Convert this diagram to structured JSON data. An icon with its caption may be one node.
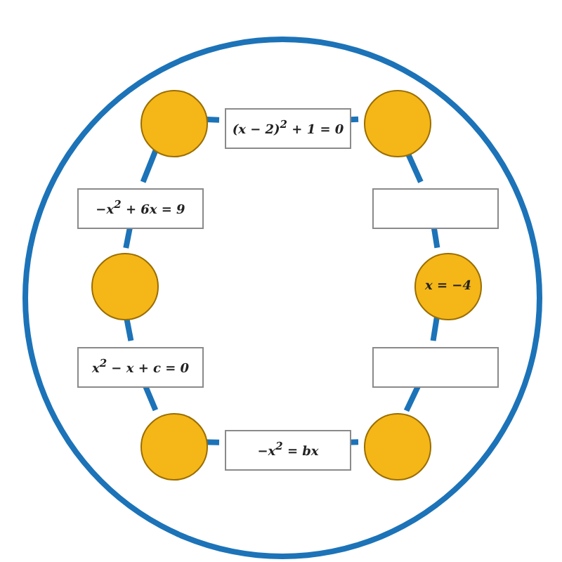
{
  "diagram": {
    "nodes": [
      {
        "text": [],
        "shape": "circle"
      },
      {
        "text": [],
        "shape": "circle",
        "in": 0
      },
      {
        "text": [
          "(x − 2)$^{2}$ + 1 = 0"
        ],
        "in": 0
      },
      {
        "text": [],
        "shape": "circle",
        "in": 0
      },
      {
        "text": [
          "−x$^{2}$ + 6x = 9"
        ],
        "in": 0
      },
      {
        "text": [],
        "shape": "box",
        "in": 0
      },
      {
        "text": [],
        "shape": "circle",
        "in": 0
      },
      {
        "text": [
          "x = −4"
        ],
        "in": 0
      },
      {
        "text": [
          "x$^{2}$ − x + c = 0"
        ],
        "in": 0
      },
      {
        "text": [],
        "shape": "box",
        "in": 0
      },
      {
        "text": [],
        "shape": "circle",
        "in": 0
      },
      {
        "text": [
          "−x$^{2}$ = bx"
        ],
        "in": 0
      },
      {
        "text": [],
        "shape": "circle",
        "in": 0
      }
    ],
    "edges": [
      {
        "from": 1,
        "to": 2,
        "arrow": "none"
      },
      {
        "from": 2,
        "to": 3,
        "arrow": "none"
      },
      {
        "from": 3,
        "to": 5,
        "arrow": "none"
      },
      {
        "from": 5,
        "to": 7,
        "arrow": "none"
      },
      {
        "from": 7,
        "to": 9,
        "arrow": "none"
      },
      {
        "from": 9,
        "to": 12,
        "arrow": "none"
      },
      {
        "from": 12,
        "to": 11,
        "arrow": "none"
      },
      {
        "from": 11,
        "to": 10,
        "arrow": "none"
      },
      {
        "from": 10,
        "to": 8,
        "arrow": "none"
      },
      {
        "from": 8,
        "to": 6,
        "arrow": "none"
      },
      {
        "from": 6,
        "to": 4,
        "arrow": "none"
      },
      {
        "from": 4,
        "to": 1,
        "arrow": "none"
      }
    ]
  }
}
